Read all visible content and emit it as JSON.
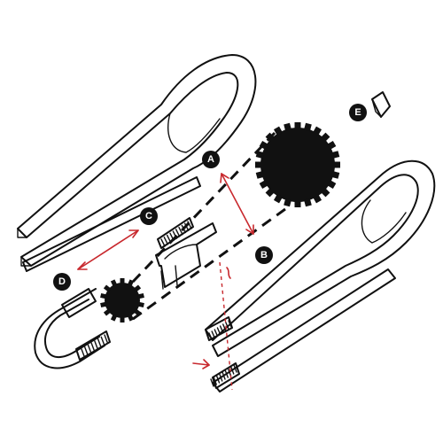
{
  "labels": {
    "a": "A",
    "b": "B",
    "c": "C",
    "d": "D",
    "e": "E"
  },
  "colors": {
    "ink": "#111111",
    "accent_red": "#c8282d",
    "background": "#ffffff"
  }
}
